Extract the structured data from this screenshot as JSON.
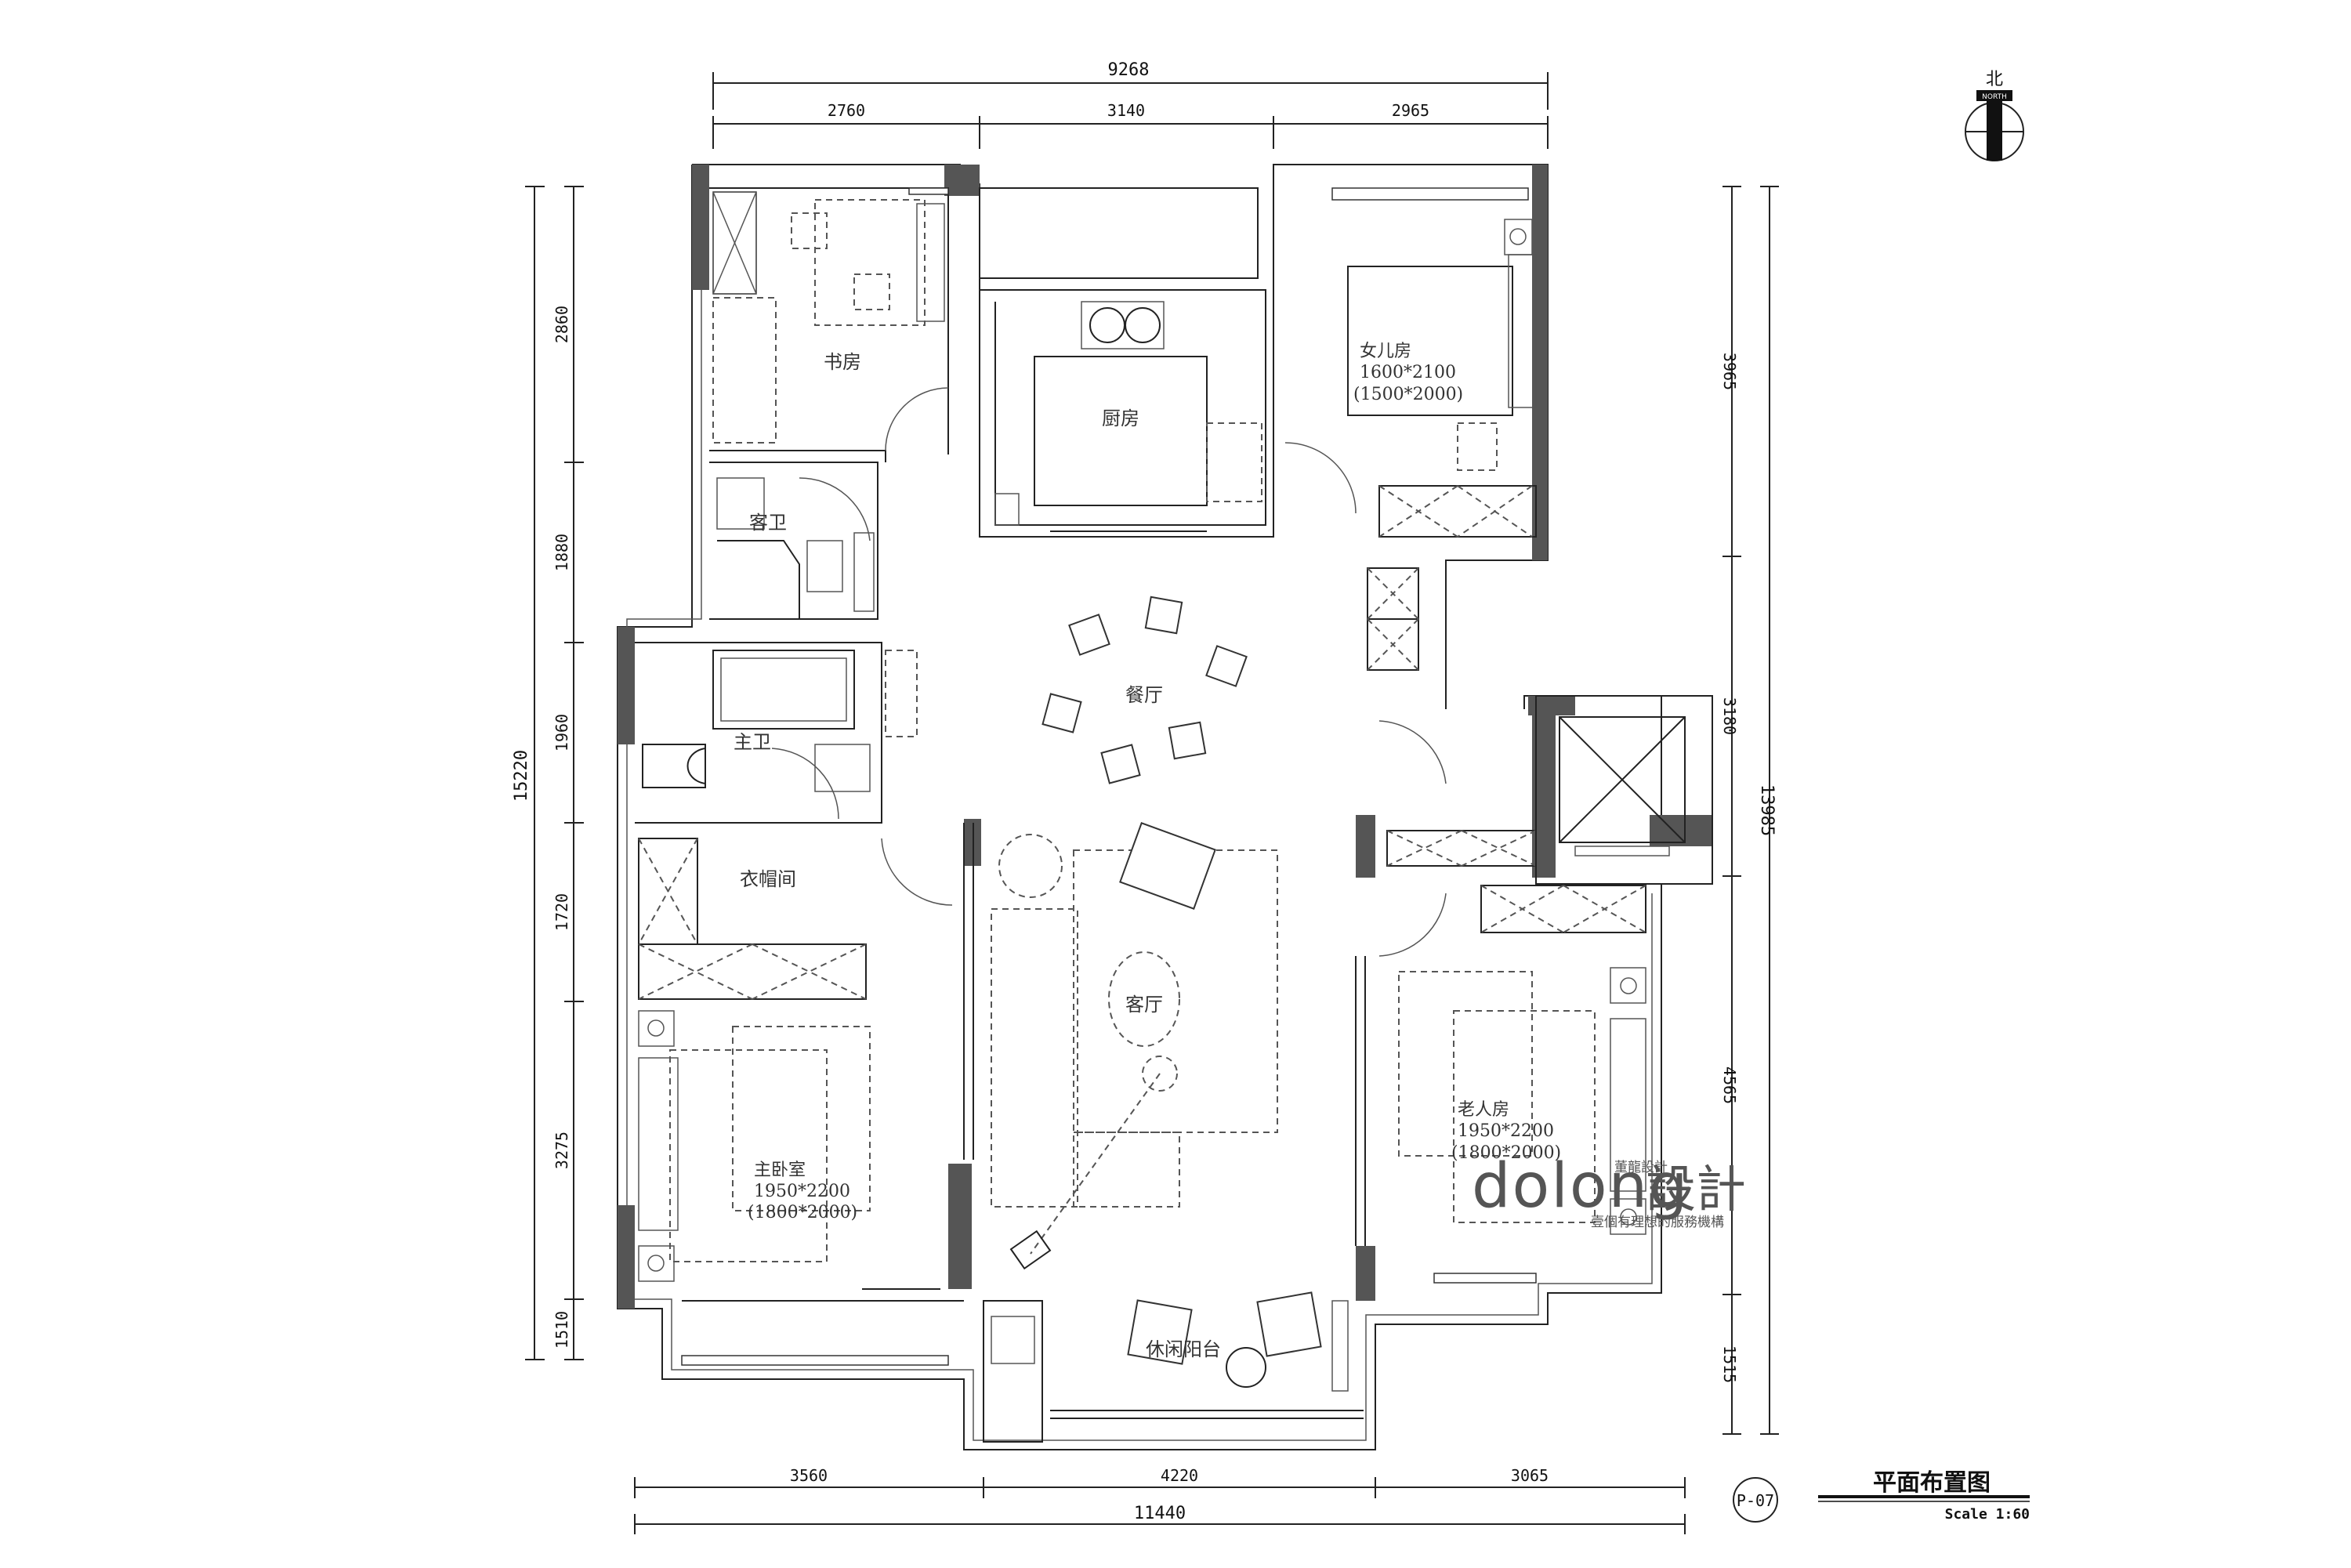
{
  "dimensions": {
    "top_total": "9268",
    "top_segments": [
      "2760",
      "3140",
      "2965"
    ],
    "bottom_total": "11440",
    "bottom_segments": [
      "3560",
      "4220",
      "3065"
    ],
    "left_total": "15220",
    "left_segments": [
      "2860",
      "1880",
      "1960",
      "1720",
      "3275",
      "1510"
    ],
    "right_total": "13985",
    "right_segments": [
      "3965",
      "3180",
      "4565",
      "1515"
    ]
  },
  "rooms": {
    "study": "书房",
    "kitchen": "厨房",
    "daughter_room": "女儿房",
    "daughter_size": "1600*2100",
    "daughter_size2": "(1500*2000)",
    "guest_bath": "客卫",
    "dining": "餐厅",
    "master_bath": "主卫",
    "cloakroom": "衣帽间",
    "living": "客厅",
    "elder_room": "老人房",
    "elder_size": "1950*2200",
    "elder_size2": "(1800*2000)",
    "master_bedroom": "主卧室",
    "master_size": "1950*2200",
    "master_size2": "(1800*2000)",
    "balcony": "休闲阳台"
  },
  "title_block": {
    "title": "平面布置图",
    "scale": "Scale  1:60",
    "sheet": "P-07"
  },
  "north": {
    "cn": "北",
    "en": "NORTH"
  },
  "watermark": {
    "brand": "dolong",
    "cn_main": "設計",
    "cn_top": "董龍設計",
    "slogan": "壹個有理想的服務機構"
  }
}
